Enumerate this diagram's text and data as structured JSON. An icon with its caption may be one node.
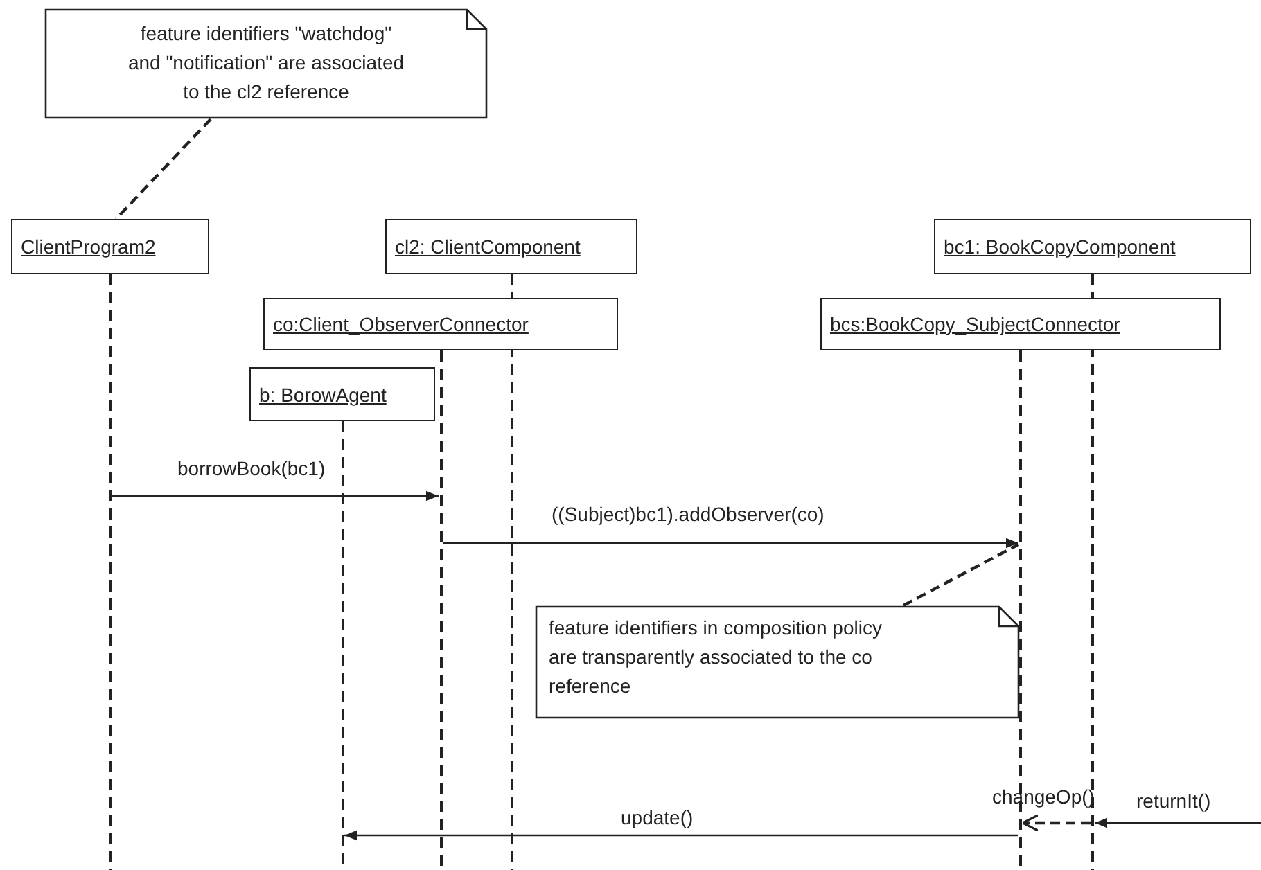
{
  "diagram": {
    "nodes": [
      {
        "text": [
          "feature identifiers \"watchdog\" and \"notification\" are associated to the cl2 reference"
        ]
      },
      {
        "text": [
          "ClientProgram2"
        ]
      },
      {
        "text": [
          "cl2: ClientComponent"
        ]
      },
      {
        "text": [
          "co:Client_ObserverConnector"
        ]
      },
      {
        "text": [
          "b: BorowAgent"
        ]
      },
      {
        "text": [
          "bc1: BookCopyComponent"
        ]
      },
      {
        "text": [
          "bcs:BookCopy_SubjectConnector"
        ]
      },
      {
        "text": [
          "feature identifiers in composition policy are transparently associated to the co reference"
        ]
      },
      {
        "text": [],
        "shape": "lifeline"
      },
      {
        "text": [],
        "shape": "lifeline"
      },
      {
        "text": [],
        "shape": "lifeline"
      },
      {
        "text": [],
        "shape": "lifeline"
      },
      {
        "text": [],
        "shape": "lifeline"
      },
      {
        "text": [],
        "shape": "lifeline"
      }
    ],
    "edges": [
      {
        "from": 0,
        "to": 1,
        "arrow": "none",
        "style": "dashed"
      },
      {
        "from": 8,
        "to": 10,
        "arrow": "to",
        "label": "borrowBook(bc1)"
      },
      {
        "from": 10,
        "to": 12,
        "arrow": "to",
        "label": "((Subject)bc1).addObserver(co)"
      },
      {
        "from": 7,
        "to": 12,
        "arrow": "none",
        "style": "dashed"
      },
      {
        "from": null,
        "to": 13,
        "arrow": "to",
        "label": "returnIt()"
      },
      {
        "from": 13,
        "to": 12,
        "arrow": "to",
        "style": "dashed",
        "label": "changeOp()"
      },
      {
        "from": 12,
        "to": 9,
        "arrow": "to",
        "label": "update()"
      }
    ]
  }
}
